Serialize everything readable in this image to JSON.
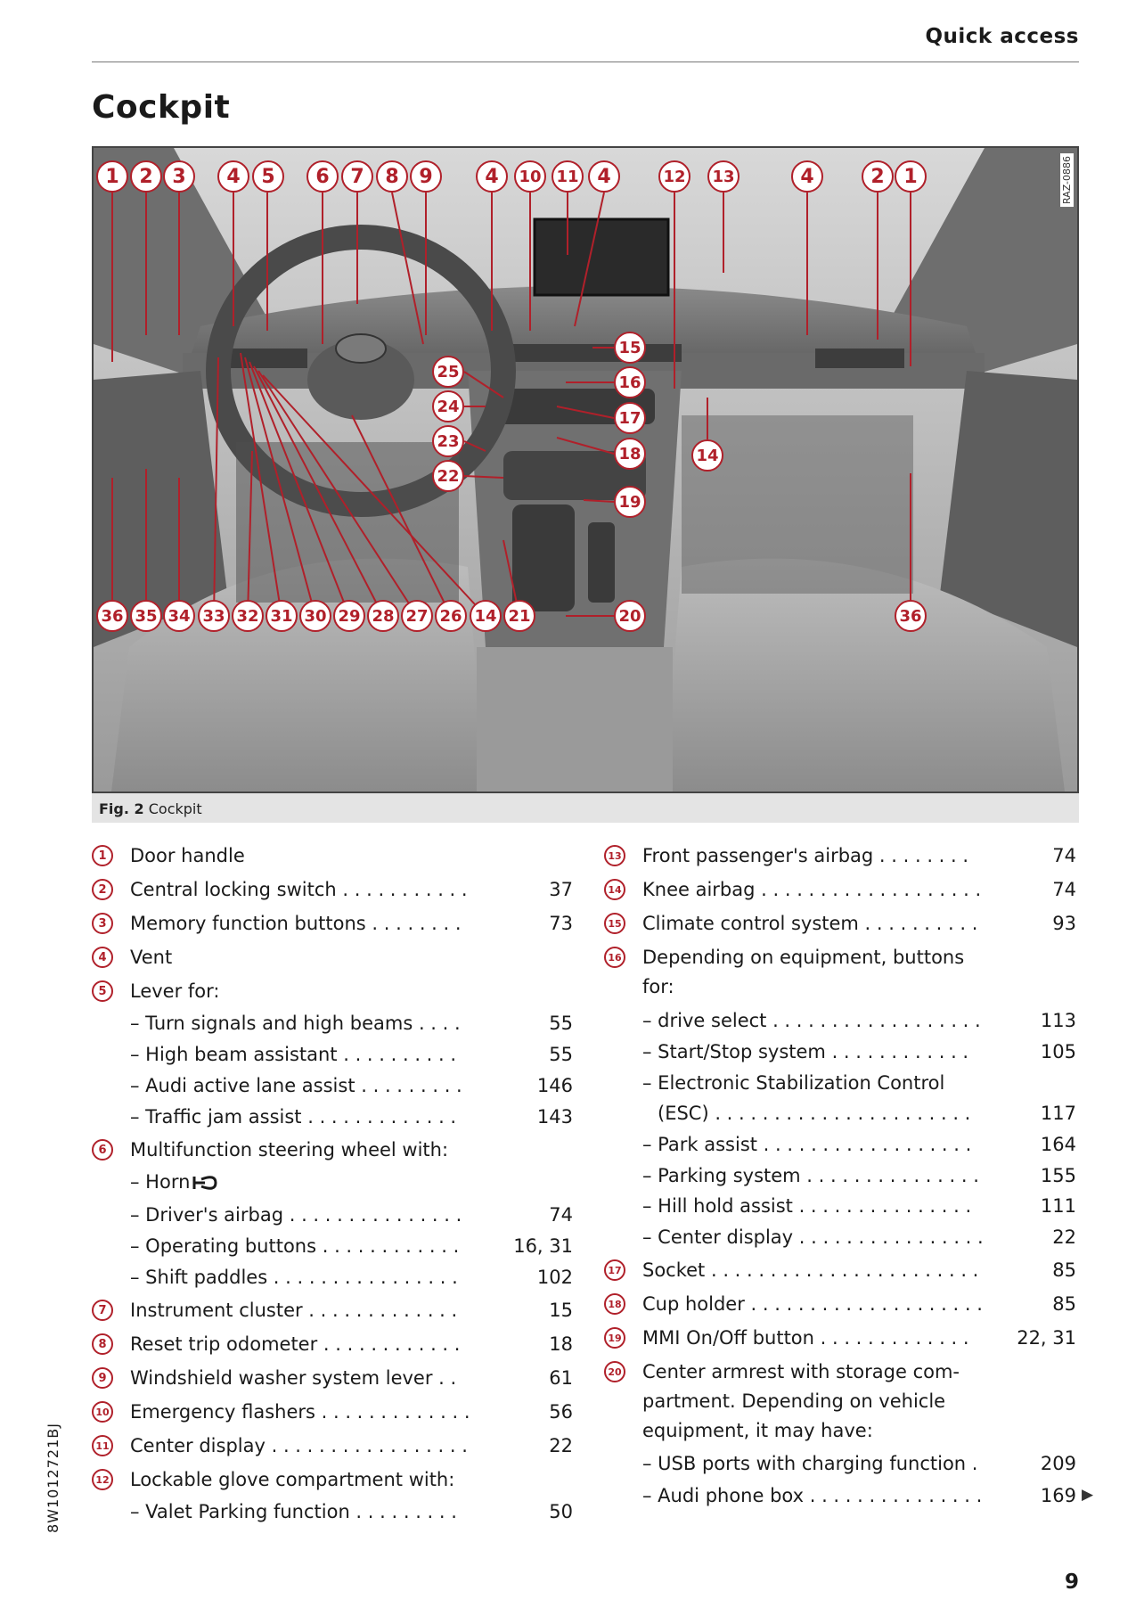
{
  "header": {
    "section_title": "Quick access"
  },
  "page_title": "Cockpit",
  "figure": {
    "ref_code": "RAZ-0886",
    "caption_label": "Fig. 2",
    "caption_text": "Cockpit",
    "callouts": [
      "1",
      "2",
      "3",
      "4",
      "5",
      "6",
      "7",
      "8",
      "9",
      "4",
      "10",
      "11",
      "4",
      "12",
      "13",
      "4",
      "2",
      "1",
      "15",
      "25",
      "16",
      "24",
      "17",
      "23",
      "18",
      "14",
      "22",
      "19",
      "36",
      "35",
      "34",
      "33",
      "32",
      "31",
      "30",
      "29",
      "28",
      "27",
      "26",
      "14",
      "21",
      "20",
      "36"
    ]
  },
  "legend_left": [
    {
      "num": "1",
      "text": "Door handle",
      "page": ""
    },
    {
      "num": "2",
      "text": "Central locking switch . . . . . . . . . . .",
      "page": "37"
    },
    {
      "num": "3",
      "text": "Memory function buttons . . . . . . . .",
      "page": "73"
    },
    {
      "num": "4",
      "text": "Vent",
      "page": ""
    },
    {
      "num": "5",
      "text": "Lever for:",
      "page": ""
    },
    {
      "num": "",
      "text": "– Turn signals and high beams . . . .",
      "page": "55"
    },
    {
      "num": "",
      "text": "– High beam assistant . . . . . . . . . .",
      "page": "55"
    },
    {
      "num": "",
      "text": "– Audi active lane assist . . . . . . . . .",
      "page": "146"
    },
    {
      "num": "",
      "text": "– Traffic jam assist . . . . . . . . . . . . .",
      "page": "143"
    },
    {
      "num": "6",
      "text": "Multifunction steering wheel with:",
      "page": ""
    },
    {
      "num": "",
      "text": "– Horn",
      "page": ""
    },
    {
      "num": "",
      "text": "– Driver's airbag . . . . . . . . . . . . . . .",
      "page": "74"
    },
    {
      "num": "",
      "text": "– Operating buttons . . . . . . . . . . . .",
      "page": "16, 31"
    },
    {
      "num": "",
      "text": "– Shift paddles . . . . . . . . . . . . . . . .",
      "page": "102"
    },
    {
      "num": "7",
      "text": "Instrument cluster . . . . . . . . . . . . .",
      "page": "15"
    },
    {
      "num": "8",
      "text": "Reset trip odometer . . . . . . . . . . . .",
      "page": "18"
    },
    {
      "num": "9",
      "text": "Windshield washer system lever . .",
      "page": "61"
    },
    {
      "num": "10",
      "text": "Emergency flashers . . . . . . . . . . . . .",
      "page": "56"
    },
    {
      "num": "11",
      "text": "Center display . . . . . . . . . . . . . . . . .",
      "page": "22"
    },
    {
      "num": "12",
      "text": "Lockable glove compartment with:",
      "page": ""
    },
    {
      "num": "",
      "text": "– Valet Parking function . . . . . . . . .",
      "page": "50"
    }
  ],
  "legend_right": [
    {
      "num": "13",
      "text": "Front passenger's airbag . . . . . . . .",
      "page": "74"
    },
    {
      "num": "14",
      "text": "Knee airbag . . . . . . . . . . . . . . . . . . .",
      "page": "74"
    },
    {
      "num": "15",
      "text": "Climate control system . . . . . . . . . .",
      "page": "93"
    },
    {
      "num": "16",
      "text": "Depending on equipment, buttons",
      "page": ""
    },
    {
      "num": "",
      "text": "for:",
      "page": ""
    },
    {
      "num": "",
      "text": "– drive select . . . . . . . . . . . . . . . . . .",
      "page": "113"
    },
    {
      "num": "",
      "text": "– Start/Stop system . . . . . . . . . . . .",
      "page": "105"
    },
    {
      "num": "",
      "text": "– Electronic Stabilization Control",
      "page": ""
    },
    {
      "num": "",
      "text": "(ESC) . . . . . . . . . . . . . . . . . . . . . .",
      "page": "117"
    },
    {
      "num": "",
      "text": "– Park assist . . . . . . . . . . . . . . . . . .",
      "page": "164"
    },
    {
      "num": "",
      "text": "– Parking system . . . . . . . . . . . . . . .",
      "page": "155"
    },
    {
      "num": "",
      "text": "– Hill hold assist . . . . . . . . . . . . . . .",
      "page": "111"
    },
    {
      "num": "",
      "text": "– Center display . . . . . . . . . . . . . . . .",
      "page": "22"
    },
    {
      "num": "17",
      "text": "Socket . . . . . . . . . . . . . . . . . . . . . . .",
      "page": "85"
    },
    {
      "num": "18",
      "text": "Cup holder . . . . . . . . . . . . . . . . . . . .",
      "page": "85"
    },
    {
      "num": "19",
      "text": "MMI On/Off button . . . . . . . . . . . . .",
      "page": "22, 31"
    },
    {
      "num": "20",
      "text": "Center armrest with storage com-",
      "page": ""
    },
    {
      "num": "",
      "text": "partment. Depending on vehicle",
      "page": ""
    },
    {
      "num": "",
      "text": "equipment, it may have:",
      "page": ""
    },
    {
      "num": "",
      "text": "– USB ports with charging function .",
      "page": "209"
    },
    {
      "num": "",
      "text": "– Audi phone box . . . . . . . . . . . . . . .",
      "page": "169"
    }
  ],
  "continue_arrow": "▶",
  "side_code": "8W1012721BJ",
  "page_number": "9"
}
